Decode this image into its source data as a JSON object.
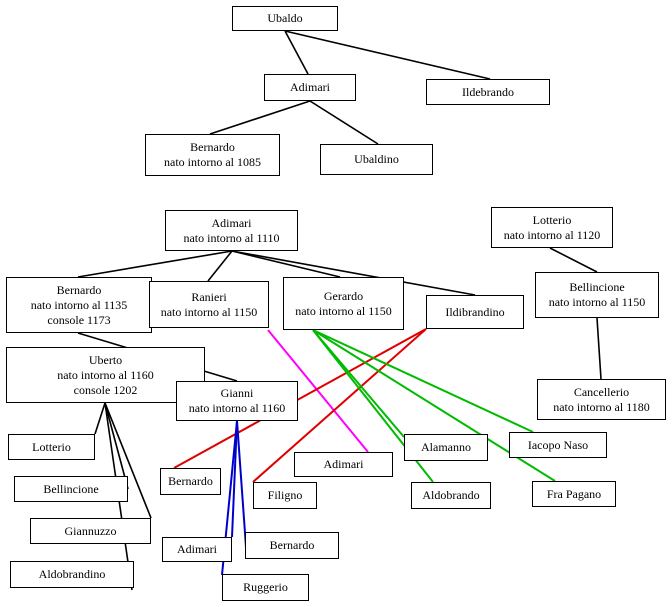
{
  "colors": {
    "black": "#000000",
    "magenta": "#ff00ff",
    "red": "#e00000",
    "green": "#00bb00",
    "blue": "#0000cc"
  },
  "nodes": {
    "ubaldo": {
      "lines": [
        "Ubaldo"
      ]
    },
    "adimari_top": {
      "lines": [
        "Adimari"
      ]
    },
    "ildebrando": {
      "lines": [
        "Ildebrando"
      ]
    },
    "bernardo_1085": {
      "lines": [
        "Bernardo",
        "nato intorno al 1085"
      ]
    },
    "ubaldino": {
      "lines": [
        "Ubaldino"
      ]
    },
    "adimari_1110": {
      "lines": [
        "Adimari",
        "nato intorno al 1110"
      ]
    },
    "lotterio_1120": {
      "lines": [
        "Lotterio",
        "nato intorno al 1120"
      ]
    },
    "bernardo_1135": {
      "lines": [
        "Bernardo",
        "nato intorno al 1135",
        "console 1173"
      ]
    },
    "ranieri_1150": {
      "lines": [
        "Ranieri",
        "nato intorno al 1150"
      ]
    },
    "gerardo_1150": {
      "lines": [
        "Gerardo",
        "nato intorno al 1150"
      ]
    },
    "ildibrandino": {
      "lines": [
        "Ildibrandino"
      ]
    },
    "bellincione_1150": {
      "lines": [
        "Bellincione",
        "nato intorno al 1150"
      ]
    },
    "uberto_1160": {
      "lines": [
        "Uberto",
        "nato intorno al 1160",
        "console 1202"
      ]
    },
    "gianni_1160": {
      "lines": [
        "Gianni",
        "nato intorno al 1160"
      ]
    },
    "cancellerio_1180": {
      "lines": [
        "Cancellerio",
        "nato intorno al 1180"
      ]
    },
    "lotterio": {
      "lines": [
        "Lotterio"
      ]
    },
    "alamanno": {
      "lines": [
        "Alamanno"
      ]
    },
    "iacopo_naso": {
      "lines": [
        "Iacopo Naso"
      ]
    },
    "bernardo_red": {
      "lines": [
        "Bernardo"
      ]
    },
    "adimari_magenta": {
      "lines": [
        "Adimari"
      ]
    },
    "bellincione": {
      "lines": [
        "Bellincione"
      ]
    },
    "filigno": {
      "lines": [
        "Filigno"
      ]
    },
    "aldobrando": {
      "lines": [
        "Aldobrando"
      ]
    },
    "fra_pagano": {
      "lines": [
        "Fra Pagano"
      ]
    },
    "giannuzzo": {
      "lines": [
        "Giannuzzo"
      ]
    },
    "adimari_blue": {
      "lines": [
        "Adimari"
      ]
    },
    "bernardo_blue": {
      "lines": [
        "Bernardo"
      ]
    },
    "aldobrandino": {
      "lines": [
        "Aldobrandino"
      ]
    },
    "ruggerio": {
      "lines": [
        "Ruggerio"
      ]
    }
  },
  "edges": [
    {
      "from": "ubaldo",
      "to": "adimari_top",
      "color": "black"
    },
    {
      "from": "ubaldo",
      "to": "ildebrando",
      "color": "black"
    },
    {
      "from": "adimari_top",
      "to": "bernardo_1085",
      "color": "black"
    },
    {
      "from": "adimari_top",
      "to": "ubaldino",
      "color": "black"
    },
    {
      "from": "adimari_1110",
      "to": "bernardo_1135",
      "color": "black"
    },
    {
      "from": "adimari_1110",
      "to": "ranieri_1150",
      "color": "black"
    },
    {
      "from": "adimari_1110",
      "to": "gerardo_1150",
      "color": "black"
    },
    {
      "from": "adimari_1110",
      "to": "ildibrandino",
      "color": "black"
    },
    {
      "from": "lotterio_1120",
      "to": "bellincione_1150",
      "color": "black"
    },
    {
      "from": "bellincione_1150",
      "to": "cancellerio_1180",
      "color": "black"
    },
    {
      "from": "bernardo_1135",
      "to": "gianni_1160",
      "color": "black"
    },
    {
      "from": "uberto_1160",
      "to": "lotterio",
      "color": "black"
    },
    {
      "from": "uberto_1160",
      "to": "bellincione",
      "color": "black"
    },
    {
      "from": "uberto_1160",
      "to": "giannuzzo",
      "color": "black"
    },
    {
      "from": "uberto_1160",
      "to": "aldobrandino",
      "color": "black"
    },
    {
      "from": "ranieri_1150",
      "to": "adimari_magenta",
      "color": "magenta"
    },
    {
      "from": "ildibrandino",
      "to": "bernardo_red",
      "color": "red"
    },
    {
      "from": "ildibrandino",
      "to": "filigno",
      "color": "red"
    },
    {
      "from": "gerardo_1150",
      "to": "alamanno",
      "color": "green"
    },
    {
      "from": "gerardo_1150",
      "to": "iacopo_naso",
      "color": "green"
    },
    {
      "from": "gerardo_1150",
      "to": "aldobrando",
      "color": "green"
    },
    {
      "from": "gerardo_1150",
      "to": "fra_pagano",
      "color": "green"
    },
    {
      "from": "gianni_1160",
      "to": "adimari_blue",
      "color": "blue"
    },
    {
      "from": "gianni_1160",
      "to": "bernardo_blue",
      "color": "blue"
    },
    {
      "from": "gianni_1160",
      "to": "ruggerio",
      "color": "blue"
    }
  ]
}
